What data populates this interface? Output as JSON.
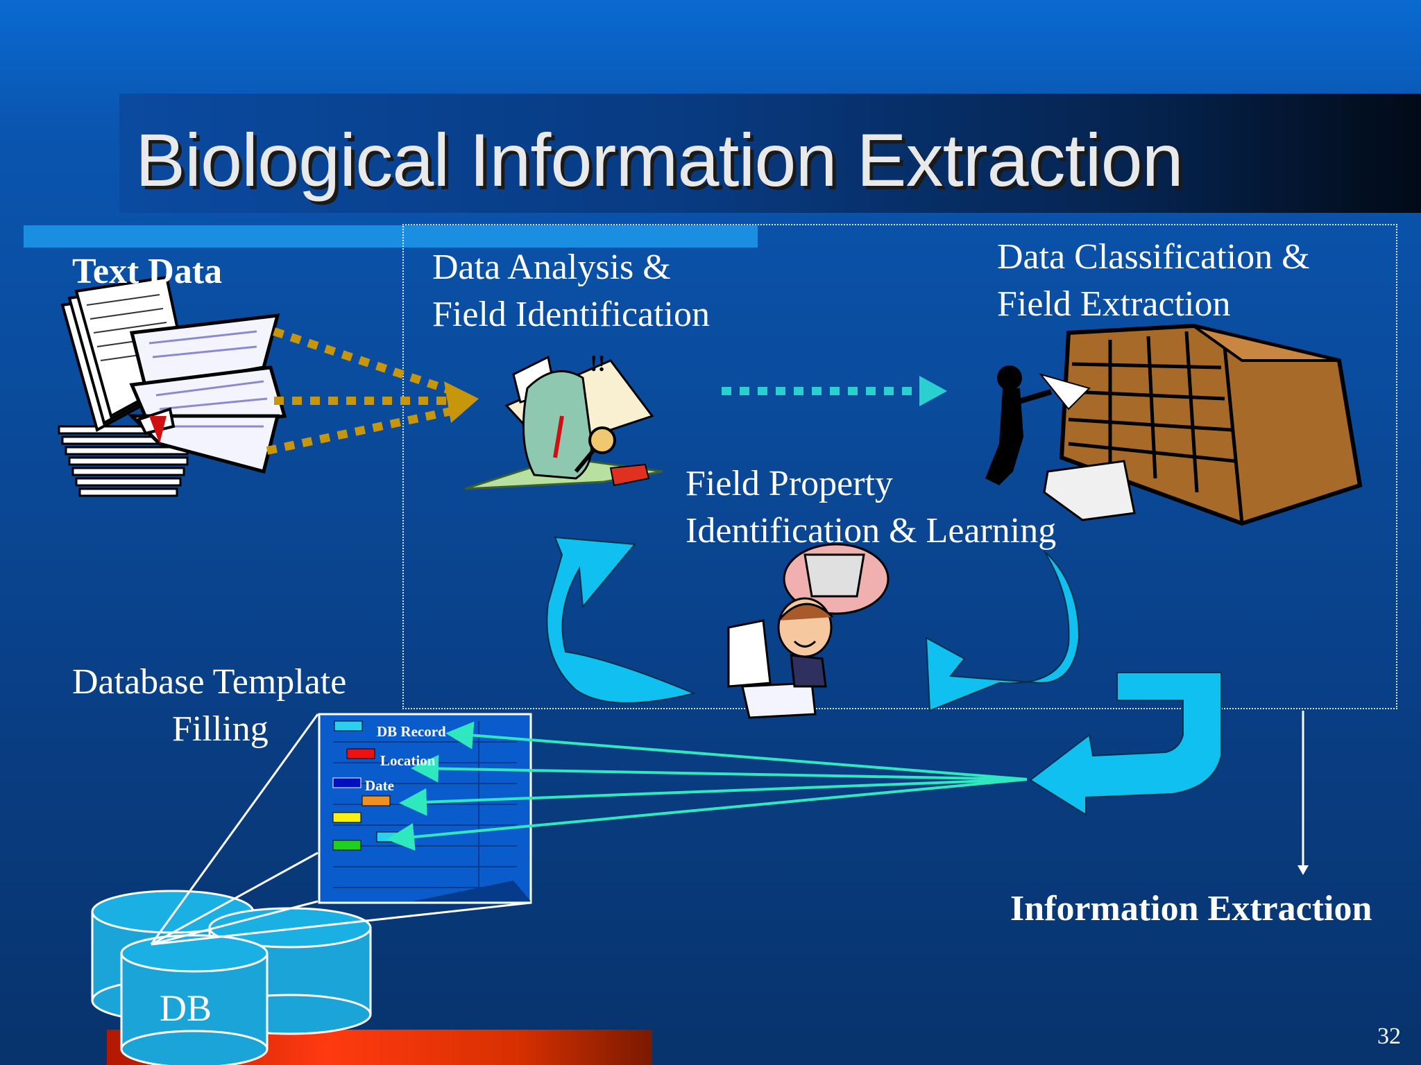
{
  "slide": {
    "title": "Biological Information Extraction",
    "page_number": "32"
  },
  "labels": {
    "text_data": "Text Data",
    "data_analysis_line1": "Data Analysis &",
    "data_analysis_line2": "Field Identification",
    "data_classification_line1": "Data Classification &",
    "data_classification_line2": "Field Extraction",
    "field_property_line1": "Field Property",
    "field_property_line2": "Identification & Learning",
    "database_template_line1": "Database Template",
    "database_template_line2": "Filling",
    "information_extraction": "Information Extraction",
    "db": "DB"
  },
  "template_form": {
    "fields": [
      "DB Record",
      "Location",
      "Date"
    ]
  },
  "colors": {
    "title_text": "#e9e9e9",
    "accent_bar": "#1a8ee0",
    "cycle_arrow": "#0fc0f0",
    "pointer_lines": "#30e8c0",
    "dotted_arrow_gold": "#c8960a",
    "dotted_arrow_teal": "#2ad0d0",
    "cylinder": "#1aa4d8"
  }
}
